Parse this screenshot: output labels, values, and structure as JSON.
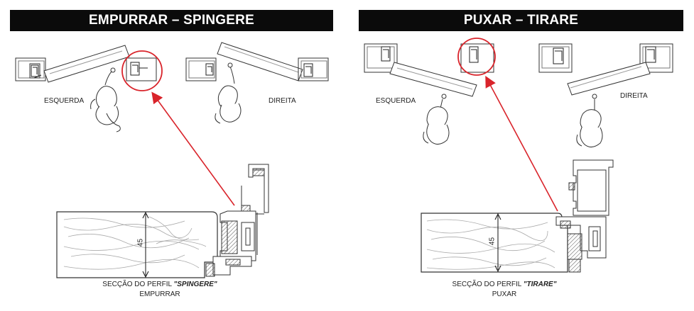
{
  "panels": {
    "push": {
      "title": "EMPURRAR – SPINGERE",
      "left_label": "ESQUERDA",
      "right_label": "DIREITA",
      "dimension": "45",
      "caption_prefix": "SECÇÃO DO PERFIL",
      "caption_profile": "\"SPINGERE\"",
      "caption_sub": "EMPURRAR"
    },
    "pull": {
      "title": "PUXAR – TIRARE",
      "left_label": "ESQUERDA",
      "right_label": "DIREITA",
      "dimension": "45",
      "caption_prefix": "SECÇÃO DO PERFIL",
      "caption_profile": "\"TIRARE\"",
      "caption_sub": "PUXAR"
    }
  },
  "colors": {
    "title_bg": "#0b0b0b",
    "title_text": "#ffffff",
    "highlight": "#d9242b",
    "line": "#333333"
  }
}
